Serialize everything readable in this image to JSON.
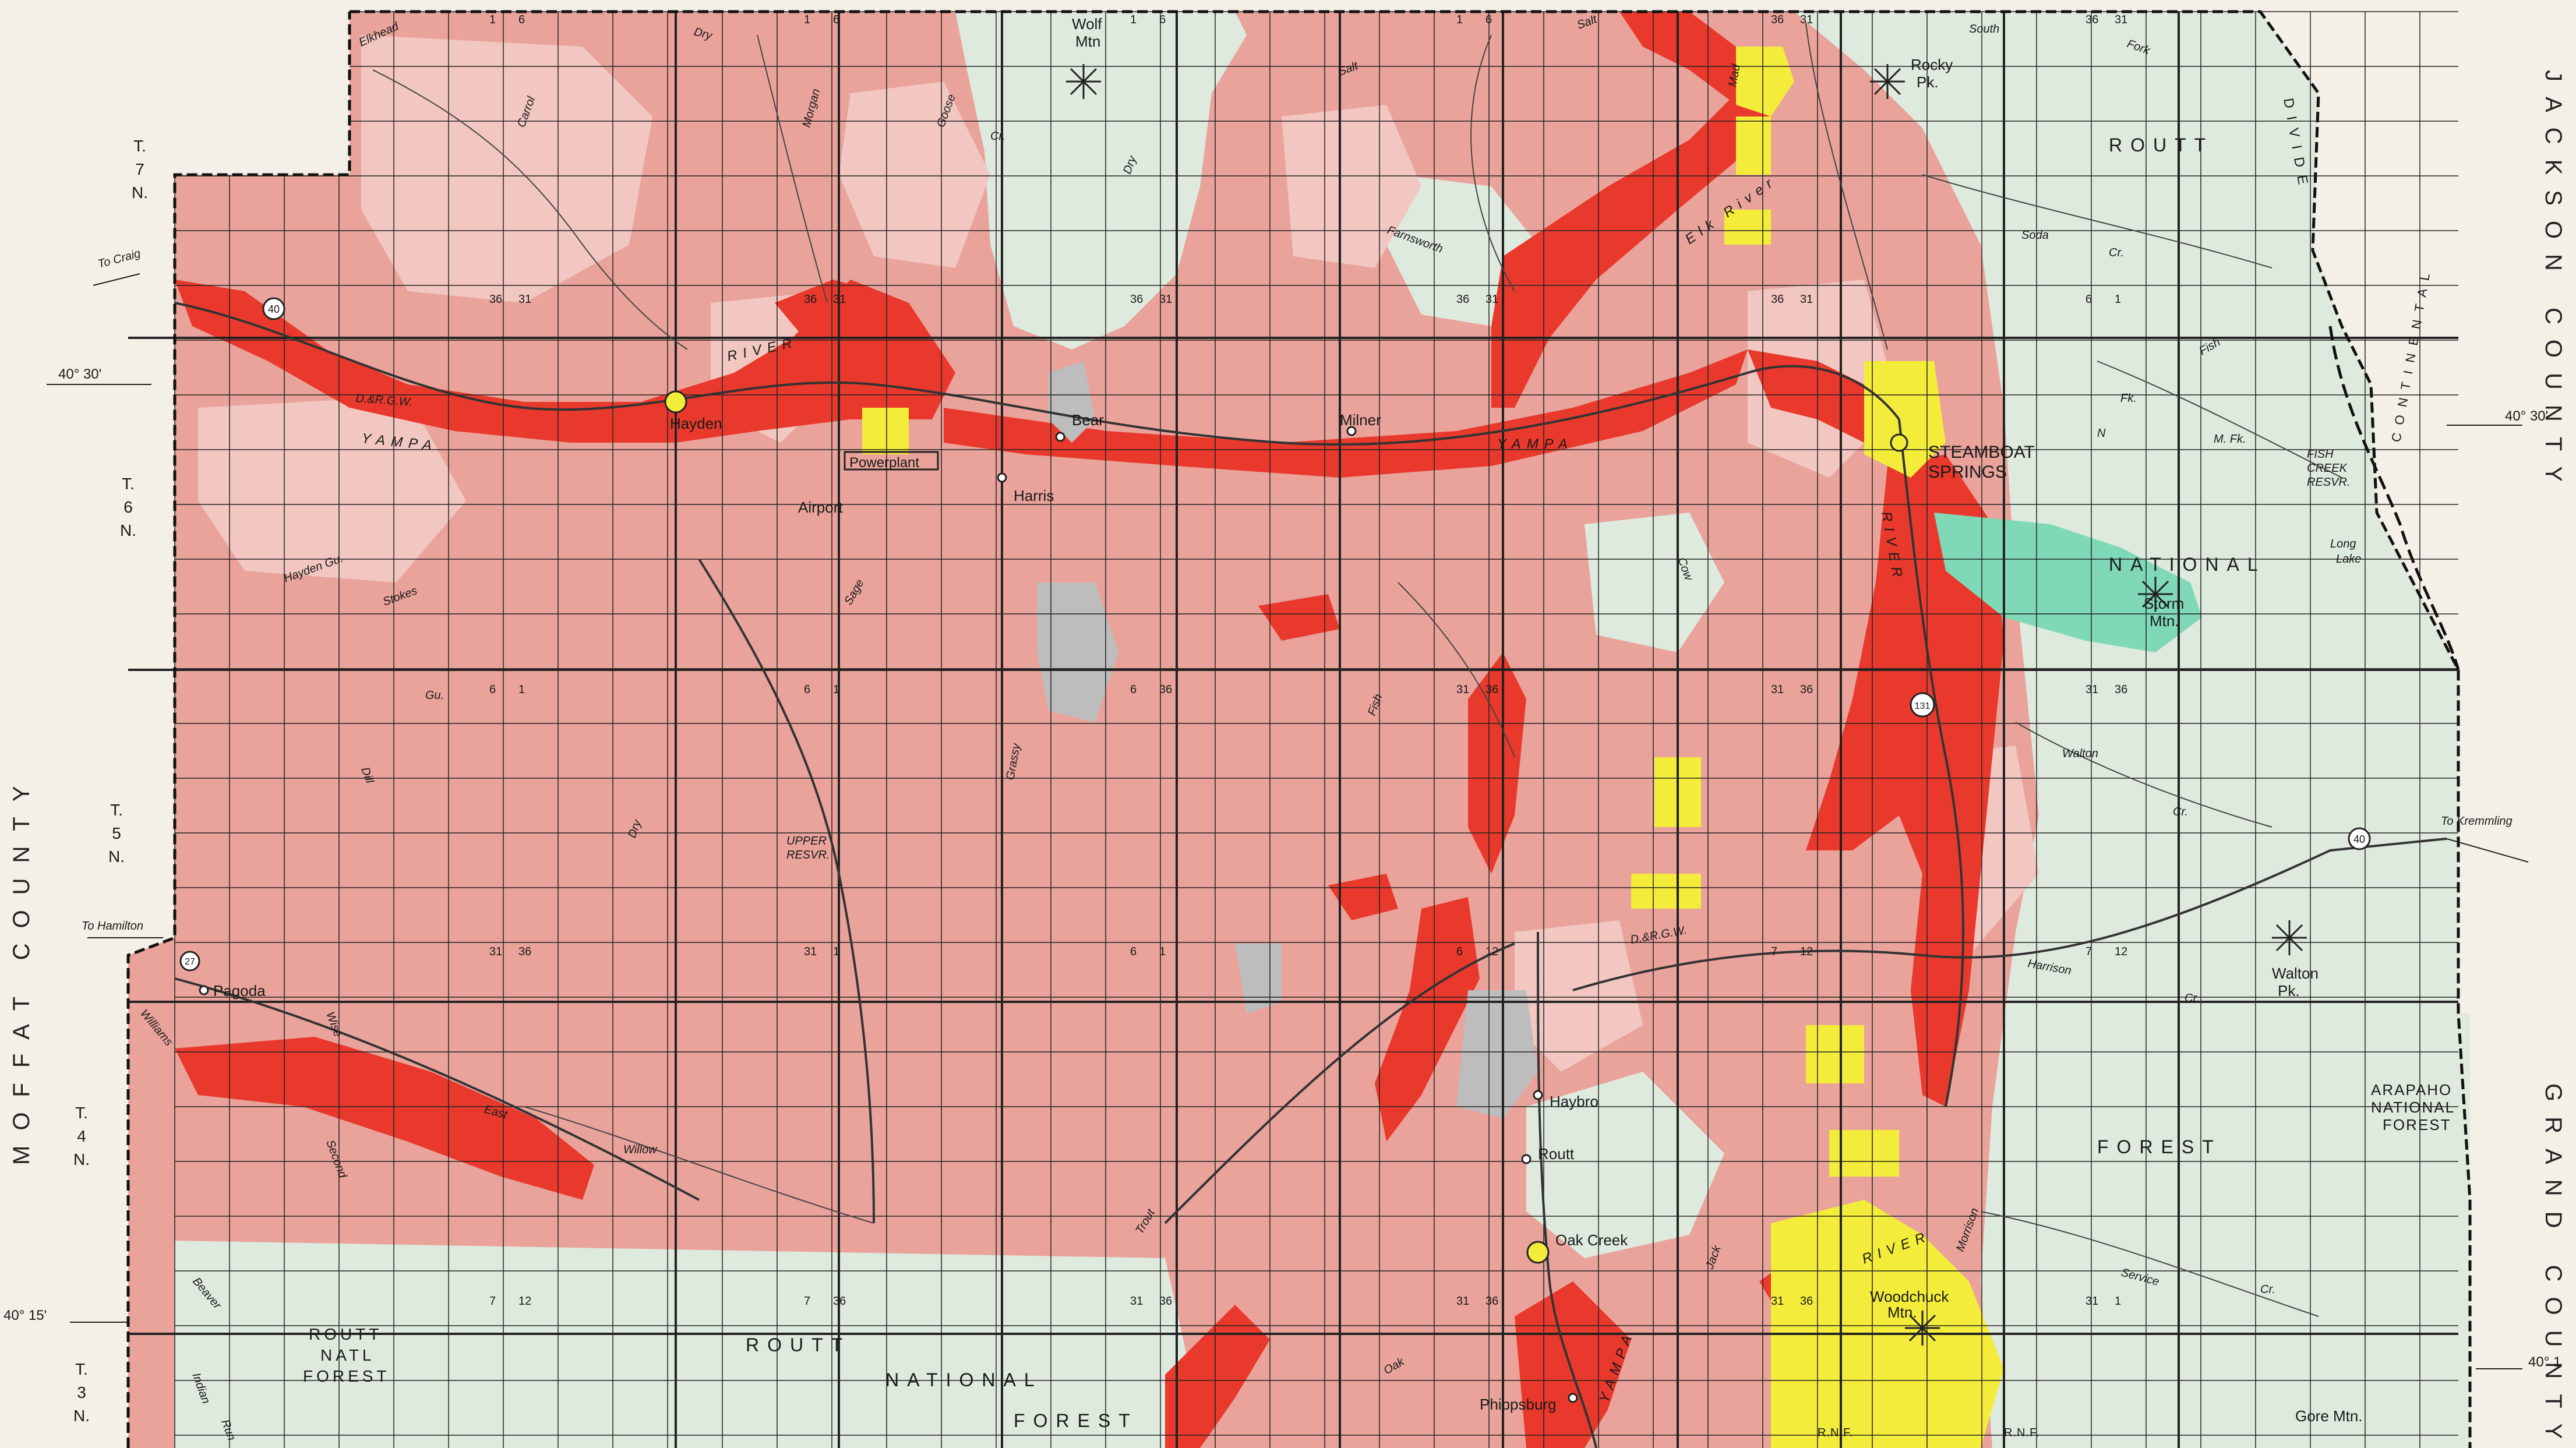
{
  "colors": {
    "paper": "#f4f0e8",
    "light_pink": "#f2c7c1",
    "medium_pink": "#e9a39b",
    "red": "#e8392c",
    "pale_green": "#dfeadf",
    "teal": "#7fd9b6",
    "yellow": "#f4ec3a",
    "gray": "#bdbdbd",
    "line": "#222222"
  },
  "counties": {
    "moffat": "MOFFAT COUNTY",
    "jackson": "JACKSON COUNTY",
    "grand": "GRAND COUNTY",
    "routt": "ROUTT"
  },
  "townships": {
    "t7n": [
      "T.",
      "7",
      "N."
    ],
    "t6n": [
      "T.",
      "6",
      "N."
    ],
    "t5n": [
      "T.",
      "5",
      "N."
    ],
    "t4n": [
      "T.",
      "4",
      "N."
    ],
    "t3n": [
      "T.",
      "3",
      "N."
    ]
  },
  "coords": {
    "lat_4030_left": "40° 30'",
    "lat_4030_right": "40° 30'",
    "lat_4015": "40° 15'",
    "lat_40_right": "40° 1"
  },
  "towns": {
    "hayden": "Hayden",
    "powerplant": "Powerplant",
    "airport": "Airport",
    "bear": "Bear",
    "harris": "Harris",
    "milner": "Milner",
    "steamboat": "STEAMBOAT",
    "springs": "SPRINGS",
    "pagoda": "Pagoda",
    "hayboo": "Haybro",
    "routt_town": "Routt",
    "oak_creek": "Oak Creek",
    "phippsburg": "Phippsburg"
  },
  "peaks": {
    "wolf": [
      "Wolf",
      "Mtn"
    ],
    "rocky": [
      "Rocky",
      "Pk."
    ],
    "storm": [
      "Storm",
      "Mtn."
    ],
    "walton": [
      "Walton",
      "Pk."
    ],
    "woodchuck": [
      "Woodchuck",
      "Mtn."
    ],
    "gore": "Gore Mtn."
  },
  "forests": {
    "routt_forest_top": "ROUTT",
    "divide": "DIVIDE",
    "continental": "CONTINENTAL",
    "national": "NATIONAL",
    "forest": "FOREST",
    "arapaho": [
      "ARAPAHO",
      "NATIONAL",
      "FOREST"
    ],
    "routt_natl": [
      "ROUTT",
      "NATL",
      "FOREST"
    ],
    "routt_bottom": "ROUTT",
    "national_bottom": "NATIONAL",
    "forest_bottom": "FOREST",
    "rnf1": "R.N.F.",
    "rnf2": "R.N.F."
  },
  "rivers": {
    "river1": "RIVER",
    "yampa1": "YAMPA",
    "yampa2": "YAMPA",
    "river2": "RIVER",
    "river3": "RIVER",
    "yampa3": "YAMPA",
    "elk_river": "Elk River"
  },
  "creeks": {
    "elkhead": "Elkhead",
    "dry1": "Dry",
    "morgan": "Morgan",
    "goose": "Goose",
    "cr_a": "Cr.",
    "dry2": "Dry",
    "salt1": "Salt",
    "salt2": "Salt",
    "mad": "Mad",
    "south_fork": "South",
    "fork": "Fork",
    "sodo": "Soda",
    "farnsworth": "Farnsworth",
    "fish1": "Fish",
    "fish2": "Fish",
    "walton": "Walton",
    "harrison": "Harrison",
    "service": "Service",
    "willow": "Willow",
    "east": "East",
    "grassy": "Grassy",
    "sage": "Sage",
    "stokes": "Stokes",
    "hay": "Hayden Gu.",
    "gu": "Gu.",
    "dill": "Dill",
    "williams": "Williams",
    "wise": "Wise",
    "second": "Second",
    "indian": "Indian",
    "run": "Run",
    "beaver": "Beaver",
    "trout": "Trout",
    "oak": "Oak",
    "jack": "Jack",
    "morrison": "Morrison",
    "fk": "Fk.",
    "m_fk": "M. Fk.",
    "n": "N",
    "cow": "Cow",
    "cr_b": "Cr.",
    "cr_c": "Cr.",
    "cr_d": "Cr.",
    "cr_e": "Cr.",
    "long_lake": [
      "Long",
      "Lake"
    ],
    "fish_creek_resvr": [
      "FISH",
      "CREEK",
      "RESVR."
    ],
    "upper_resvr": [
      "UPPER",
      "RESVR."
    ],
    "carrol": "Carrol",
    "dry3": "Dry"
  },
  "roads": {
    "to_craig": "To Craig",
    "to_hamilton": "To Hamilton",
    "to_kremmling": "To Kremmling",
    "d_rgw1": "D.&R.G.W.",
    "d_rgw2": "D.&R.G.W."
  },
  "highways": {
    "h40a": "40",
    "h40b": "40",
    "h131": "131",
    "h27": "27"
  },
  "section_numbers": [
    "1",
    "6",
    "1",
    "6",
    "1",
    "6",
    "1",
    "6",
    "36",
    "31",
    "36",
    "31",
    "36",
    "31",
    "36",
    "31",
    "36",
    "31",
    "36",
    "31",
    "36",
    "31",
    "6",
    "1",
    "6",
    "1",
    "6",
    "1",
    "6",
    "36",
    "31",
    "36",
    "31",
    "36",
    "31",
    "36",
    "31",
    "36",
    "31",
    "1",
    "6",
    "1",
    "6",
    "12",
    "7",
    "12",
    "7",
    "12",
    "7",
    "12",
    "7",
    "36",
    "31",
    "36",
    "31",
    "36",
    "31",
    "36",
    "31",
    "1",
    "6",
    "1",
    "6",
    "1",
    "6",
    "1"
  ]
}
